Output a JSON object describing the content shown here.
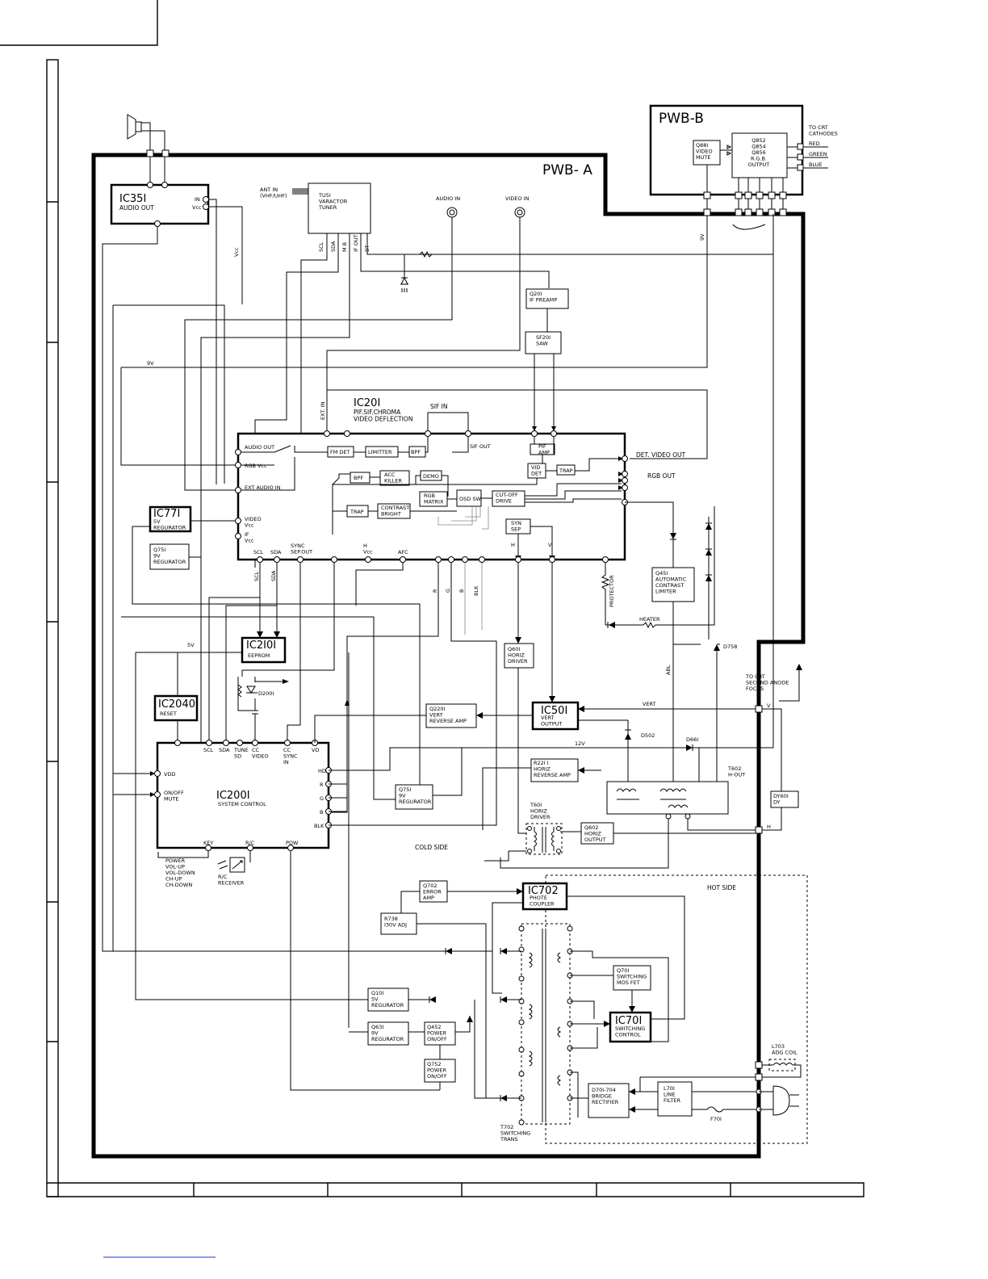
{
  "boards": {
    "pwb_a": "PWB- A",
    "pwb_b": "PWB-B"
  },
  "pwb_b": {
    "q881": "Q88I\nVIDEO\nMUTE",
    "rgb_output": "Q852\nQ854\nQ856\nR.G.B.\nOUTPUT",
    "to_crt": "TO CRT\nCATHODES",
    "red": "RED",
    "green": "GREEN",
    "blue": "BLUE"
  },
  "tuner": {
    "ant_in": "ANT IN\n(VHF/UHF)",
    "tu51": "TU5I\nVARACTOR\nTUNER",
    "pins": [
      "SCL",
      "SDA",
      "M B",
      "IF OUT",
      "BT"
    ]
  },
  "jacks": {
    "audio_in": "AUDIO IN",
    "video_in": "VIDEO IN"
  },
  "ic351": {
    "name": "IC35I",
    "desc": "AUDIO OUT",
    "in": "IN",
    "vcc": "Vcc"
  },
  "q201": "Q20I\nIF PREAMP",
  "sf201": "SF20I\nSAW",
  "ic201": {
    "name": "IC20I",
    "desc": "PIF.SIF.CHROMA\nVIDEO DEFLECTION",
    "sif_in": "SIF IN",
    "ext_in": "EXT. IN",
    "audio_out": "AUDIO OUT",
    "rgb_vcc": "RGB Vcc",
    "ext_audio_in": "EXT AUDIO IN",
    "video_vcc": "VIDEO\nVcc",
    "if_vcc": "IF\nVcc",
    "sif_out": "SIF OUT",
    "det_video_out": "DET. VIDEO OUT",
    "rgb_out": "RGB OUT",
    "bottom_pins": [
      "SCL",
      "SDA",
      "SYNC\nSEP.OUT",
      "H\nVcc",
      "AFC"
    ],
    "fm_det": "FM DET",
    "limitter": "LIMITTER",
    "bpf": "BPF",
    "pif_amp": "PIF\nAMP",
    "vid_det": "VID\nDET",
    "trap": "TRAP",
    "acc_killer": "ACC\nKILLER",
    "demo": "DEMO",
    "rgb_matrix": "RGB\nMATRIX",
    "osd_sw": "OSD SW",
    "cutoff": "CUT-OFF\nDRIVE",
    "contrast": "CONTRAST\nBRIGHT",
    "syn_sep": "SYN\nSEP",
    "h": "H",
    "v": "V"
  },
  "rgbblk": [
    "R",
    "G",
    "B",
    "BLK"
  ],
  "ic771": {
    "name": "IC77I",
    "desc": "5V\nREGURATOR"
  },
  "q751a": "Q75I\n9V\nREGURATOR",
  "supply": {
    "v9": "9V",
    "v5": "5V",
    "v12": "12V",
    "vcc": "Vcc",
    "vcc_side": "Vcc"
  },
  "ic2101": {
    "name": "IC2I0I",
    "desc": "EEPROM"
  },
  "sda_scl": [
    "SCL",
    "SDA"
  ],
  "d2001": "D200I",
  "ic2040": {
    "name": "IC2040",
    "desc": "RESET"
  },
  "ic2001": {
    "name": "IC200I",
    "desc": "SYSTEM CONTROL",
    "top_pins": [
      "SCL",
      "SDA",
      "TUNE\nSD",
      "CC\nVIDEO",
      "CC\nSYNC\nIN",
      "VD"
    ],
    "vdd": "VDD",
    "onoff": "ON/OFF\nMUTE",
    "right_pins": [
      "HD",
      "R",
      "G",
      "B",
      "BLK"
    ],
    "key": "KEY",
    "rc": "R/C",
    "pow": "POW"
  },
  "power_keys": "POWER\nVOL-UP\nVOL-DOWN\nCH-UP\nCH-DOWN",
  "rc_receiver": "R/C\nRECEIVER",
  "q601": "Q60I\nHORIZ\nDRIVER",
  "q451": "Q45I\nAUTOMATIC\nCONTRAST\nLIMITER",
  "protector": "PROTECTOR",
  "heater": "HEATER",
  "abl": "ABL",
  "d758": "D758",
  "to_crt_anode": "TO CRT\nSECOND ANODE\nFOCUS",
  "q2201": "Q220I\nVERT\nREVERSE AMP",
  "ic501": {
    "name": "IC50I",
    "desc": "VERT\nOUTPUT"
  },
  "vert": "VERT",
  "d502": "D502",
  "d661": "D66I",
  "r2211": "R22I I\nHORIZ\nREVERSE AMP",
  "t602": "T602\nH-OUT",
  "dy601": "DY60I\nDY",
  "q751b": "Q75I\n9V\nREGURATOR",
  "t601": "T60I\nHORIZ\nDRIVER",
  "q602": "Q602\nHORIZ\nOUTPUT",
  "vh": [
    "V",
    "H"
  ],
  "cold_side": "COLD SIDE",
  "hot_side": "HOT SIDE",
  "q702": "Q702\nERROR\nAMP",
  "r738": "R738\nI30V ADJ",
  "ic702": {
    "name": "IC702",
    "desc": "PHOTE\nCOUPLER"
  },
  "q701": "Q70I\nSWITCHING\nMOS FET",
  "ic701": {
    "name": "IC70I",
    "desc": "SWITCHING\nCONTROL"
  },
  "q101": "Q10I\n5V\nREGURATOR",
  "q631": "Q63I\n9V\nREGURATOR",
  "q452": "Q452\nPOWER\nON/OFF",
  "q752": "Q752\nPOWER\nON/OFF",
  "l703": "L703\nADG COIL",
  "d701": "D70I-704\nBRIDGE\nRECTIFIER",
  "l701": "L70I\nLINE\nFILTER",
  "f701": "F70I",
  "t702": "T702\nSWITCHING\nTRANS"
}
